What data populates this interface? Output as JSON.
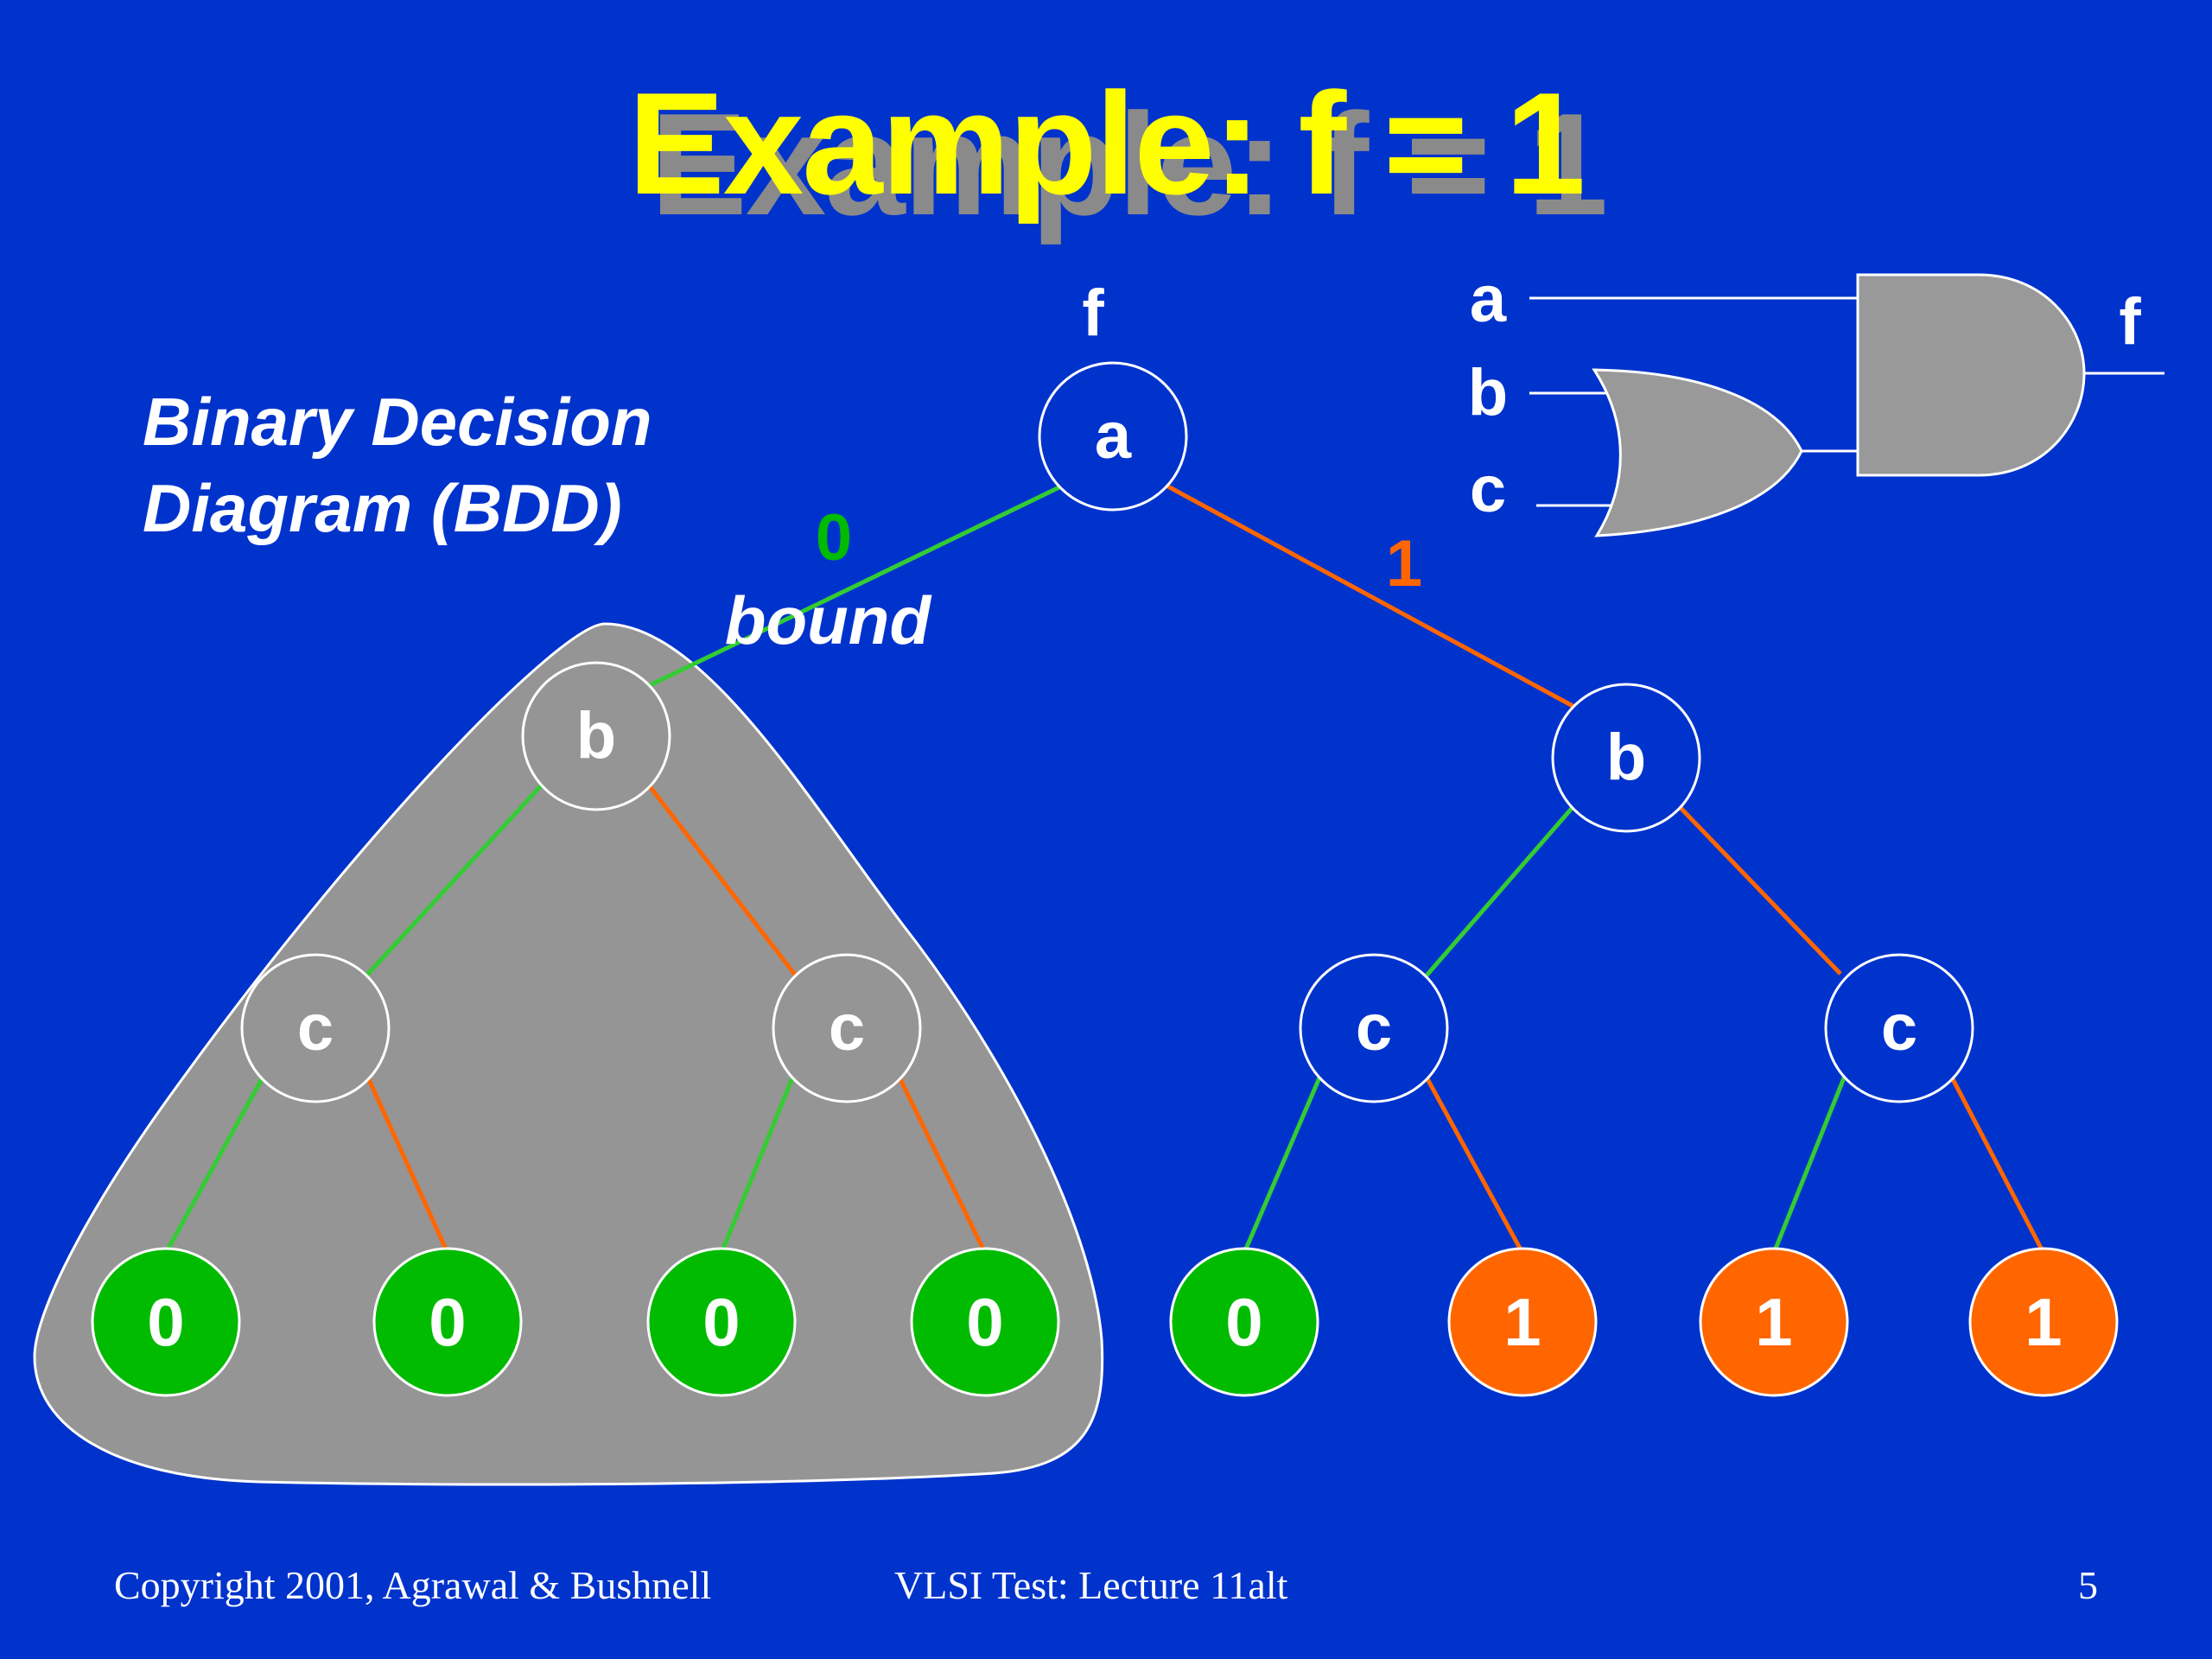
{
  "title": "Example: f = 1",
  "bdd_label_line1": "Binary Decision",
  "bdd_label_line2": "Diagram (BDD)",
  "bdd": {
    "root_output_label": "f",
    "root_var": "a",
    "edge0_label": "0",
    "edge0_note": "bound",
    "edge1_label": "1",
    "b_var": "b",
    "c_var": "c",
    "left_leaves": [
      "0",
      "0",
      "0",
      "0"
    ],
    "right_leaves": [
      "0",
      "1",
      "1",
      "1"
    ]
  },
  "circuit": {
    "inputs": [
      "a",
      "b",
      "c"
    ],
    "output": "f",
    "gates": [
      "OR",
      "AND"
    ]
  },
  "colors": {
    "background": "#0033CC",
    "title": "#FFFF00",
    "edge0": "#33CC33",
    "edge1": "#FF6600",
    "leaf0": "#00BB00",
    "leaf1": "#FF6600",
    "bound_region": "#959595",
    "gate_fill": "#999999"
  },
  "footer": {
    "copyright": "Copyright 2001, Agrawal & Bushnell",
    "course": "VLSI Test: Lecture 11alt",
    "page": "5"
  }
}
